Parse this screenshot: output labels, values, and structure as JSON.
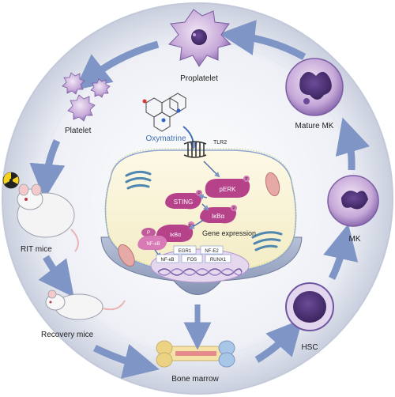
{
  "cycle_labels": {
    "proplatelet": "Proplatelet",
    "platelet": "Platelet",
    "rit_mice": "RIT mice",
    "recovery_mice": "Recovery mice",
    "bone_marrow": "Bone marrow",
    "hsc": "HSC",
    "mk": "MK",
    "mature_mk": "Mature MK"
  },
  "drug": {
    "name": "Oxymatrine",
    "receptor": "TLR2"
  },
  "pathway": {
    "perk": "pERK",
    "sting": "STING",
    "ikba": "IκBα",
    "ikba_bound": "IκBα",
    "nfkb": "NF-κB",
    "ub": "Ub",
    "p": "P"
  },
  "nucleus": {
    "title": "Gene expression",
    "genes_row1": [
      "EGR1",
      "NF-E2"
    ],
    "genes_row2": [
      "NF-κB",
      "FOS",
      "RUNX1"
    ]
  },
  "colors": {
    "ring": "#d6dbe7",
    "ring_inner": "#f5f6fa",
    "arrow": "#7f95c6",
    "cell_fill": "#fbf5d8",
    "cell_border": "#8ea3cf",
    "protein": "#b6428a",
    "protein_light": "#d87ab6",
    "drug_text": "#3f6fb4",
    "golgi": "#4f87b0",
    "mito": "#e7a9a6"
  }
}
